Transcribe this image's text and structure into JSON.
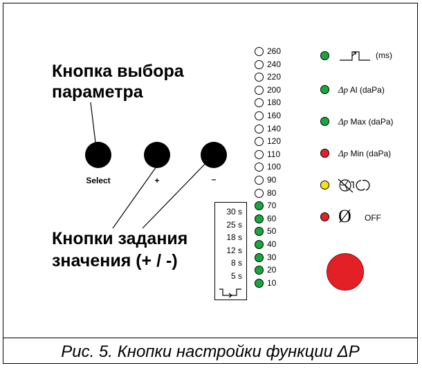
{
  "labels": {
    "select_heading_line1": "Кнопка выбора",
    "select_heading_line2": "параметра",
    "value_heading_line1": "Кнопки задания",
    "value_heading_line2": "значения (+ / -)",
    "knob_select": "Select",
    "knob_plus": "+",
    "knob_minus": "–"
  },
  "scale_values": [
    "260",
    "240",
    "220",
    "200",
    "180",
    "160",
    "140",
    "120",
    "110",
    "100",
    "90",
    "80",
    "70",
    "60",
    "50",
    "40",
    "30",
    "20",
    "10"
  ],
  "time_values": [
    "30 s",
    "25 s",
    "18 s",
    "12 s",
    "8 s",
    "5 s"
  ],
  "indicators": {
    "pulse": {
      "color": "#1aa63f",
      "suffix": "(ms)"
    },
    "dp_al": {
      "color": "#1aa63f",
      "symbol": "Δp",
      "text": "Al (daPa)"
    },
    "dp_max": {
      "color": "#1aa63f",
      "symbol": "Δp",
      "text": "Max (daPa)"
    },
    "dp_min": {
      "color": "#e22026",
      "symbol": "Δp",
      "text": "Min (daPa)"
    },
    "fan": {
      "color": "#f7e21a",
      "icon": "fan-crossed-rotate-icon"
    },
    "off": {
      "color": "#e22026",
      "symbol": "Ø",
      "text": "OFF"
    }
  },
  "caption": "Рис. 5. Кнопки настройки функции ΔP",
  "colors": {
    "led_green": "#1aa63f",
    "led_red": "#e22026",
    "led_yellow": "#f7e21a"
  }
}
